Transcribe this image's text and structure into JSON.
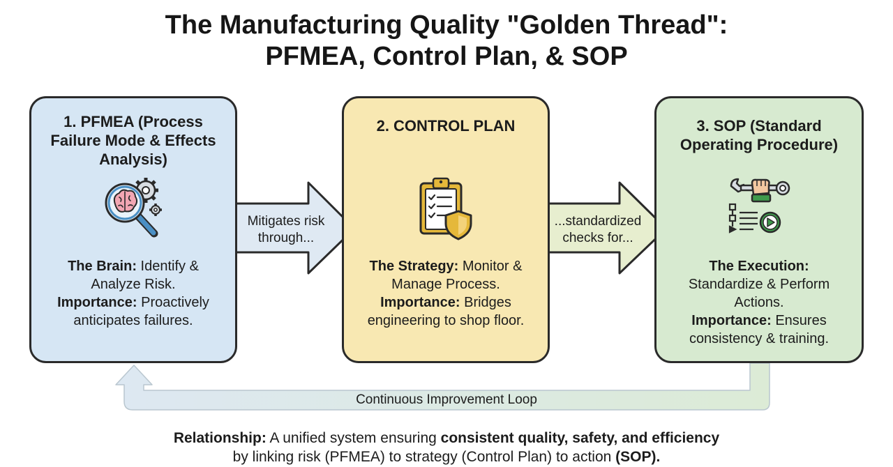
{
  "title": {
    "line1": "The Manufacturing Quality \"Golden Thread\":",
    "line2": "PFMEA, Control Plan, & SOP"
  },
  "cards": [
    {
      "heading_lines": [
        "1. PFMEA (Process",
        "Failure Mode & Effects",
        "Analysis)"
      ],
      "icon": "brain-magnifier-gears-icon",
      "role_label": "The Brain:",
      "role_text_lines": [
        " Identify &",
        "Analyze Risk."
      ],
      "importance_label": "Importance:",
      "importance_text_lines": [
        " Proactively",
        "anticipates failures."
      ],
      "color": "#d6e6f4"
    },
    {
      "heading_lines": [
        "2. CONTROL PLAN"
      ],
      "icon": "clipboard-shield-icon",
      "role_label": "The Strategy:",
      "role_text_lines": [
        " Monitor &",
        "Manage Process."
      ],
      "importance_label": "Importance:",
      "importance_text_lines": [
        " Bridges",
        "engineering to shop floor."
      ],
      "color": "#f8e8b2"
    },
    {
      "heading_lines": [
        "3. SOP (Standard",
        "Operating Procedure)"
      ],
      "icon": "wrench-hand-flowchart-play-icon",
      "role_label": "The Execution:",
      "role_text_lines": [
        "Standardize & Perform",
        "Actions."
      ],
      "importance_label": "Importance:",
      "importance_text_lines": [
        " Ensures",
        "consistency & training."
      ],
      "color": "#d7ead0"
    }
  ],
  "arrows": [
    {
      "label_lines": [
        "Mitigates risk",
        "through..."
      ]
    },
    {
      "label_lines": [
        "...standardized",
        "checks for..."
      ]
    }
  ],
  "loop": {
    "label": "Continuous Improvement Loop"
  },
  "relationship": {
    "label": "Relationship:",
    "text1": " A unified system ensuring ",
    "emph1": "consistent quality, safety, and efficiency",
    "text2": "by linking risk (PFMEA) to strategy (Control Plan) to action ",
    "emph2": "(SOP)."
  },
  "colors": {
    "arrow_fill": "#dfe9f3",
    "loop_fill": "#e4ecdf",
    "outline": "#2a2a2a",
    "accent_blue": "#4a8fc4",
    "accent_gold": "#e5b83a",
    "accent_green": "#3f9a4c"
  }
}
